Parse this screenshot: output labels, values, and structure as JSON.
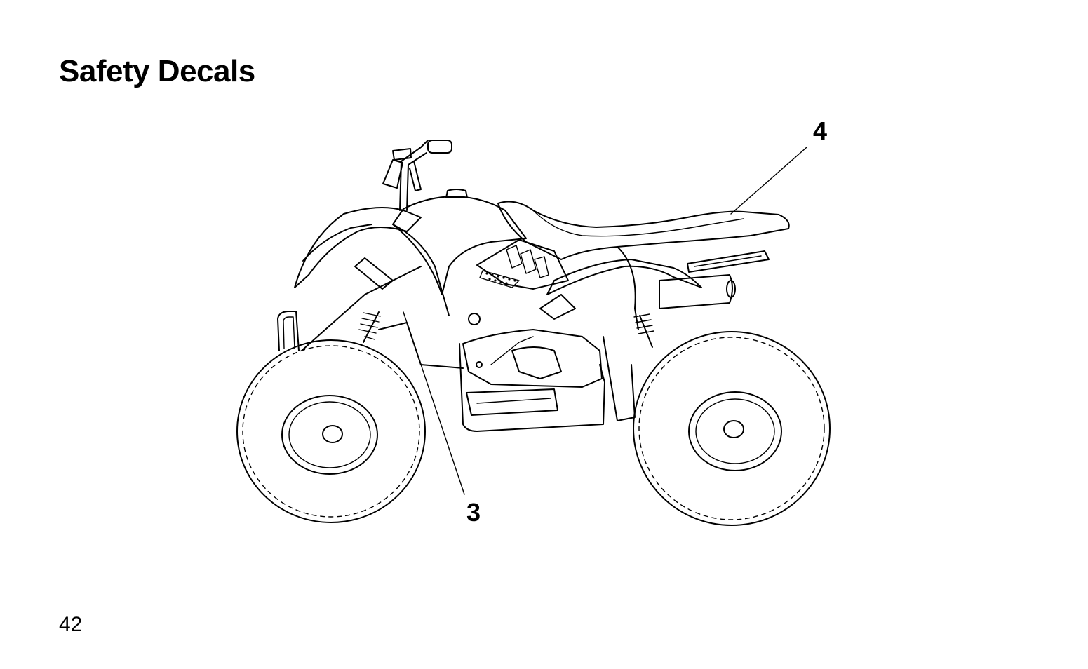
{
  "page": {
    "title": "Safety Decals",
    "page_number": "42"
  },
  "illustration": {
    "subject-icon": "atv-side-view-icon",
    "callouts": [
      {
        "label": "4"
      },
      {
        "label": "3"
      }
    ]
  }
}
